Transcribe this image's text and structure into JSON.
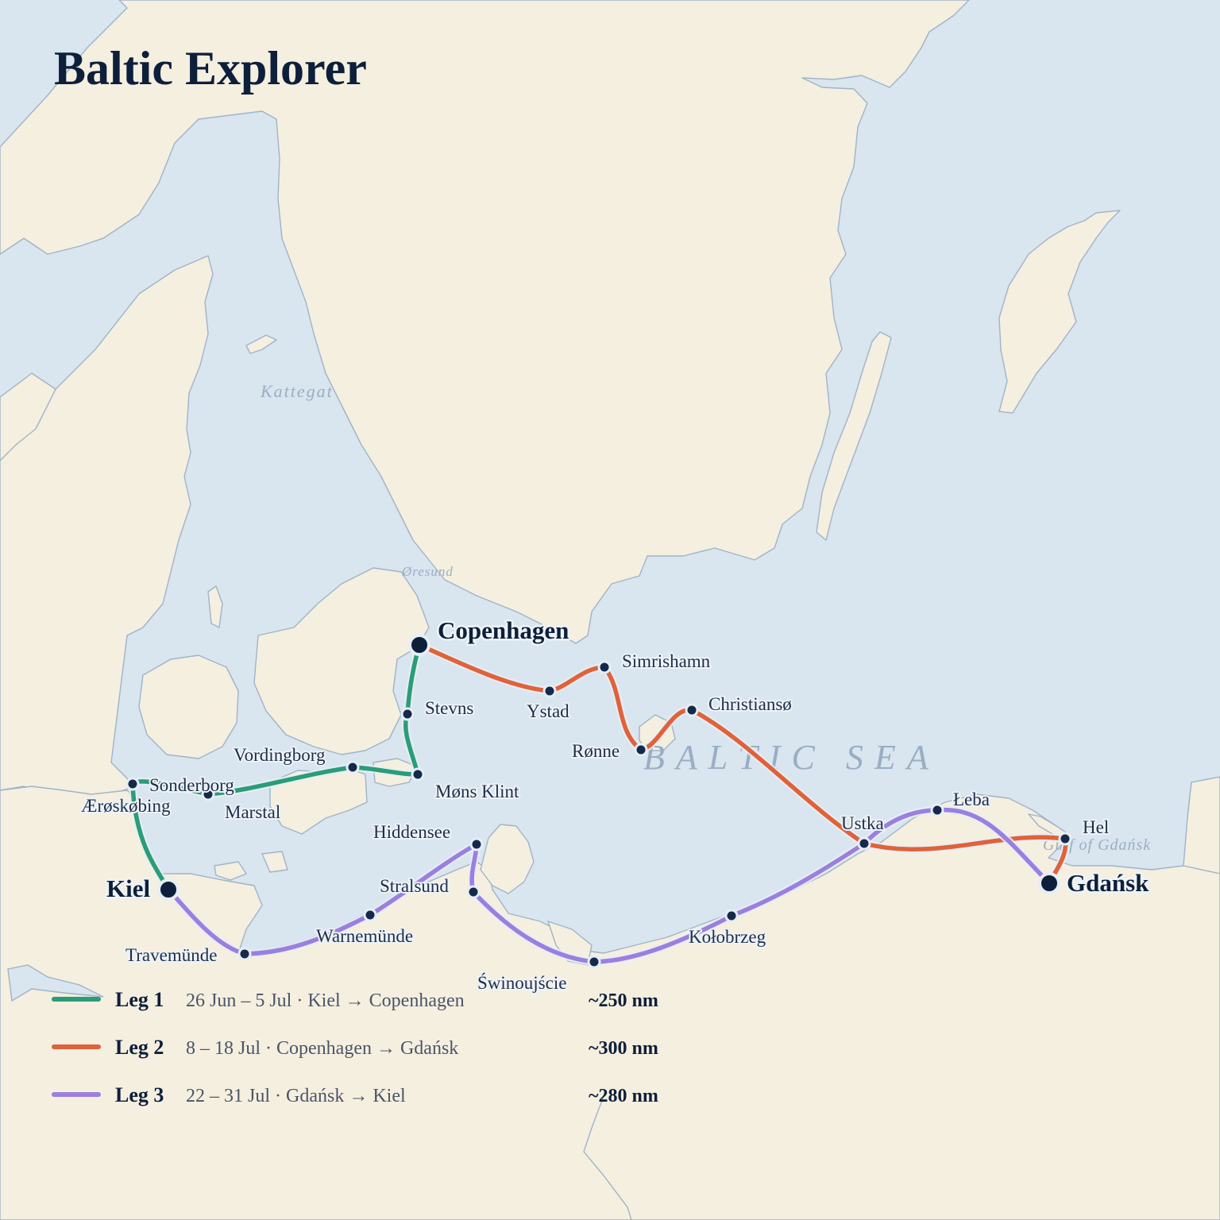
{
  "title": "Baltic Explorer",
  "colors": {
    "land": "#f5efe0",
    "sea": "#d9e5ef",
    "coast": "#9fb4c8",
    "leg1": "#2a9d78",
    "leg2": "#e0623a",
    "leg3": "#9b7fe0",
    "text": "#0d1f3a"
  },
  "water_labels": {
    "kattegat": "Kattegat",
    "oresund": "Øresund",
    "baltic_sea": "BALTIC SEA",
    "gulf_of_gdansk": "Gulf of Gdańsk"
  },
  "ports": {
    "kiel": "Kiel",
    "copenhagen": "Copenhagen",
    "gdansk": "Gdańsk"
  },
  "stops": {
    "aeroskobing": "Ærøskøbing",
    "sonderborg": "Sonderborg",
    "marstal": "Marstal",
    "vordingborg": "Vordingborg",
    "mons_klint": "Møns Klint",
    "stevns": "Stevns",
    "ystad": "Ystad",
    "simrishamn": "Simrishamn",
    "ronne": "Rønne",
    "christianso": "Christiansø",
    "ustka": "Ustka",
    "leba": "Łeba",
    "hel": "Hel",
    "kolobrzeg": "Kołobrzeg",
    "swinoujscie": "Świnoujście",
    "stralsund": "Stralsund",
    "hiddensee": "Hiddensee",
    "warnemunde": "Warnemünde",
    "travemunde": "Travemünde"
  },
  "legend": [
    {
      "name": "Leg 1",
      "desc": "26 Jun – 5 Jul · Kiel → Copenhagen",
      "distance": "~250 nm",
      "color": "#2a9d78"
    },
    {
      "name": "Leg 2",
      "desc": "8 – 18 Jul · Copenhagen → Gdańsk",
      "distance": "~300 nm",
      "color": "#e0623a"
    },
    {
      "name": "Leg 3",
      "desc": "22 – 31 Jul · Gdańsk → Kiel",
      "distance": "~280 nm",
      "color": "#9b7fe0"
    }
  ]
}
